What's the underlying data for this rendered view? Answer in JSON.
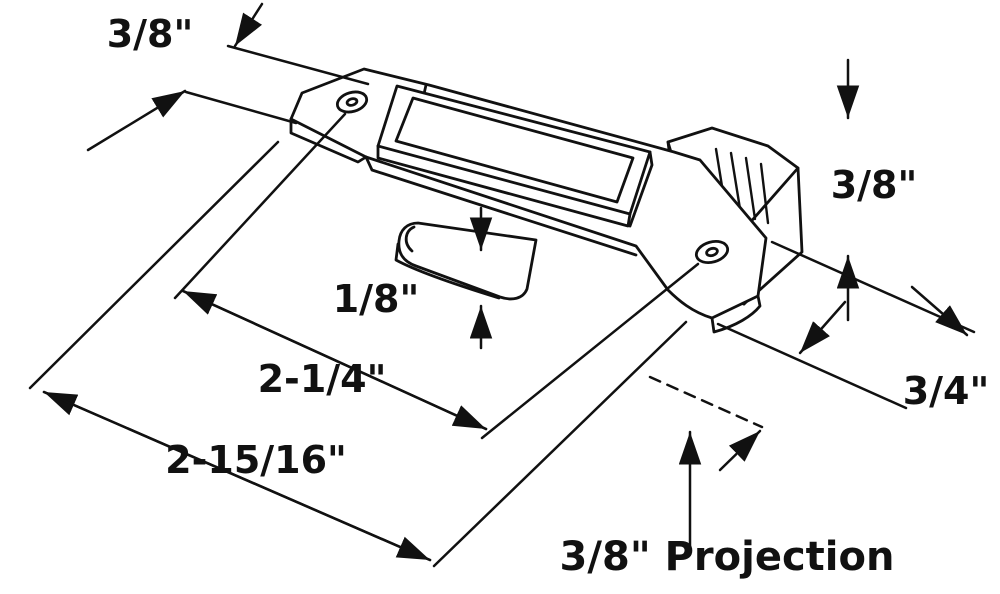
{
  "meta": {
    "title": "Sash lock keeper dimensional diagram",
    "background": "#ffffff",
    "line_color": "#111111"
  },
  "labels": {
    "plate_width": "3/8\"",
    "end_height": "3/8\"",
    "tab_thickness": "1/8\"",
    "hole_spacing": "2-1/4\"",
    "overall_length": "2-15/16\"",
    "end_width": "3/4\"",
    "projection": "3/8\" Projection"
  }
}
